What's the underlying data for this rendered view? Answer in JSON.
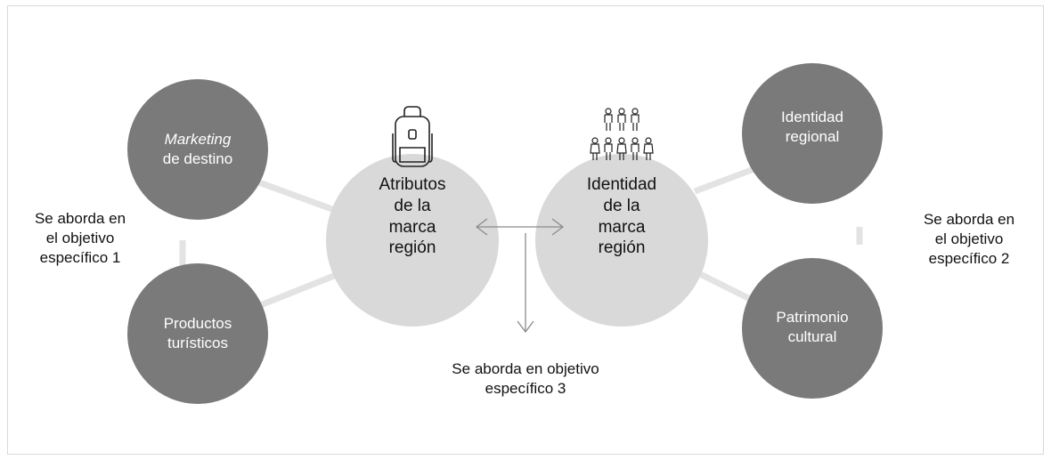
{
  "nodes": {
    "marketing": {
      "line1": "Marketing",
      "line2": "de destino"
    },
    "productos": {
      "line1": "Productos",
      "line2": "turísticos"
    },
    "atributos": {
      "line1": "Atributos",
      "line2": "de la",
      "line3": "marca",
      "line4": "región"
    },
    "identidad_marca": {
      "line1": "Identidad",
      "line2": "de la",
      "line3": "marca",
      "line4": "región"
    },
    "identidad_regional": {
      "line1": "Identidad",
      "line2": "regional"
    },
    "patrimonio": {
      "line1": "Patrimonio",
      "line2": "cultural"
    }
  },
  "notes": {
    "objetivo1": {
      "line1": "Se aborda en",
      "line2": "el objetivo",
      "line3": "específico 1"
    },
    "objetivo2": {
      "line1": "Se aborda en",
      "line2": "el objetivo",
      "line3": "específico 2"
    },
    "objetivo3": {
      "line1": "Se aborda en objetivo",
      "line2": "específico 3"
    }
  },
  "icons": {
    "atributos": "backpack-icon",
    "identidad": "people-group-icon"
  },
  "colors": {
    "dark_circle": "#7a7a7a",
    "light_circle": "#d9d9d9",
    "connector": "#e3e3e3",
    "arrow": "#8c8c8c",
    "icon_stroke": "#222222"
  }
}
